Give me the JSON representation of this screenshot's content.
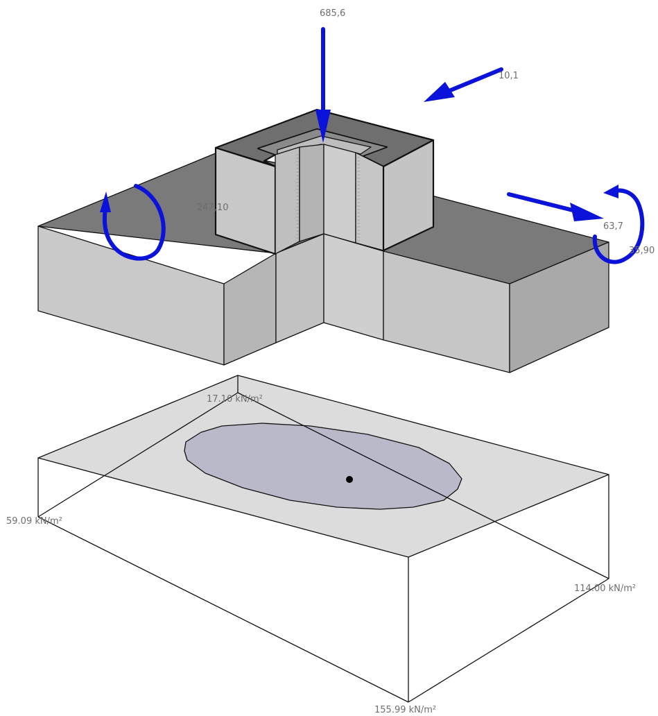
{
  "loads": {
    "vertical_force": "685,6",
    "horizontal_force_top": "10,1",
    "horizontal_force_right": "63,7",
    "moment_left": "247,10",
    "moment_right": "35,90"
  },
  "soil_pressure": {
    "top_corner": "17.10 kN/m²",
    "left_corner": "59.09 kN/m²",
    "right_corner": "114.00 kN/m²",
    "bottom_corner": "155.99 kN/m²"
  },
  "colors": {
    "load_arrow": "#0b12d9",
    "footing_top": "#7a7a7a",
    "footing_side": "#c9c9c9",
    "pressure_plane": "#dcdcdc",
    "kern_ellipse": "#b9b9c9"
  }
}
